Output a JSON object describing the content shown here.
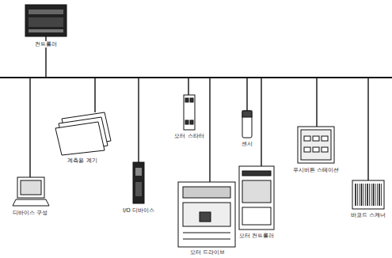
{
  "diagram": {
    "labels": [
      "컨트롤러",
      "디바이스 구성",
      "계측용 계기",
      "I/O 디바이스",
      "모터 스타터",
      "센서",
      "모터 드라이브",
      "모터 컨트롤러",
      "푸시버튼 스테이션",
      "바코드 스캐너"
    ]
  }
}
